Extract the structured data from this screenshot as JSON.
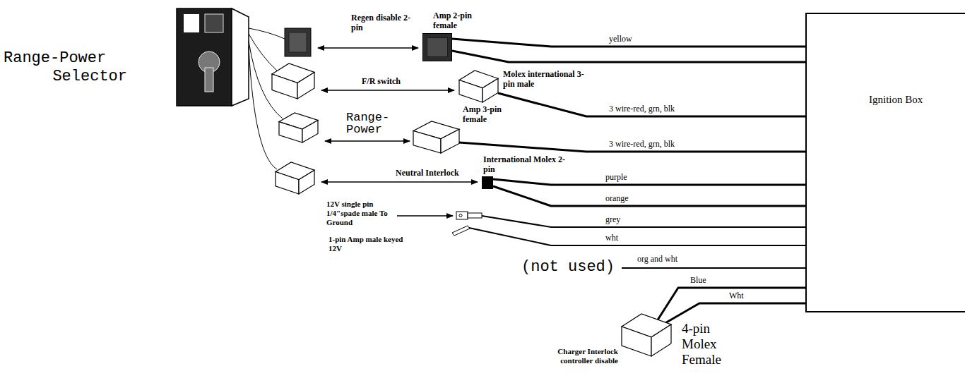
{
  "diagram": {
    "nodes": [
      {
        "text": [
          "Amp 2-pin female"
        ]
      },
      {
        "text": [
          "Molex international 3-pin male"
        ]
      },
      {
        "text": [
          "Amp 3-pin female"
        ]
      },
      {
        "text": [
          "International Molex 2-pin"
        ]
      },
      {
        "text": [
          "Ignition Box"
        ]
      },
      {
        "text": [
          "Charger Interlock controller disable",
          "4-pin Molex Female"
        ]
      }
    ],
    "edges": [
      {
        "from": 0,
        "to": 4,
        "label": "yellow",
        "arrow": "none"
      },
      {
        "from": 0,
        "to": 4,
        "arrow": "none"
      },
      {
        "from": 1,
        "to": 4,
        "label": "3 wire-red, grn, blk",
        "arrow": "none"
      },
      {
        "from": 2,
        "to": 4,
        "label": "3 wire-red, grn, blk",
        "arrow": "none"
      },
      {
        "from": 3,
        "to": 4,
        "label": "purple",
        "arrow": "none"
      },
      {
        "from": 3,
        "to": 4,
        "label": "orange",
        "arrow": "none"
      },
      {
        "from": 5,
        "to": 4,
        "label": "Blue",
        "arrow": "none"
      },
      {
        "from": 5,
        "to": 4,
        "label": "Wht",
        "arrow": "none"
      }
    ],
    "labels": [
      "Range-Power Selector",
      "Regen disable 2-pin",
      "F/R switch",
      "Range-Power",
      "Neutral Interlock",
      "12V single pin 1/4\"spade male To Ground",
      "grey",
      "wht",
      "1-pin Amp male keyed 12V",
      "org and wht",
      "(not used)"
    ]
  }
}
